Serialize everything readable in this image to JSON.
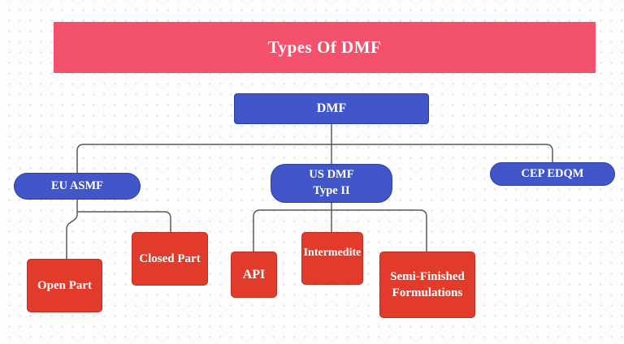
{
  "title_banner": {
    "label": "Types Of DMF"
  },
  "nodes": {
    "dmf": {
      "label": "DMF"
    },
    "eu_asmf": {
      "label": "EU ASMF"
    },
    "us_dmf": {
      "line1": "US DMF",
      "line2": "Type II"
    },
    "cep_edqm": {
      "label": "CEP EDQM"
    },
    "open_part": {
      "label": "Open Part"
    },
    "closed_part": {
      "label": "Closed Part"
    },
    "api": {
      "label": "API"
    },
    "intermedite": {
      "label": "Intermedite"
    },
    "semi_finished": {
      "line1": "Semi-Finished",
      "line2": "Formulations"
    }
  },
  "hierarchy": {
    "edges": [
      [
        "DMF",
        "EU ASMF"
      ],
      [
        "DMF",
        "US DMF Type II"
      ],
      [
        "DMF",
        "CEP EDQM"
      ],
      [
        "EU ASMF",
        "Open Part"
      ],
      [
        "EU ASMF",
        "Closed Part"
      ],
      [
        "US DMF Type II",
        "API"
      ],
      [
        "US DMF Type II",
        "Intermedite"
      ],
      [
        "US DMF Type II",
        "Semi-Finished Formulations"
      ]
    ]
  },
  "colors": {
    "banner": "#f4516c",
    "node_blue": "#4156c8",
    "node_blue_border": "#2e3f9f",
    "node_red": "#e23b2c",
    "node_red_border": "#b53122",
    "connector": "#5a5a5a",
    "text": "#ffffff",
    "background": "#fdfdfd",
    "dot": "#ece5e5"
  }
}
